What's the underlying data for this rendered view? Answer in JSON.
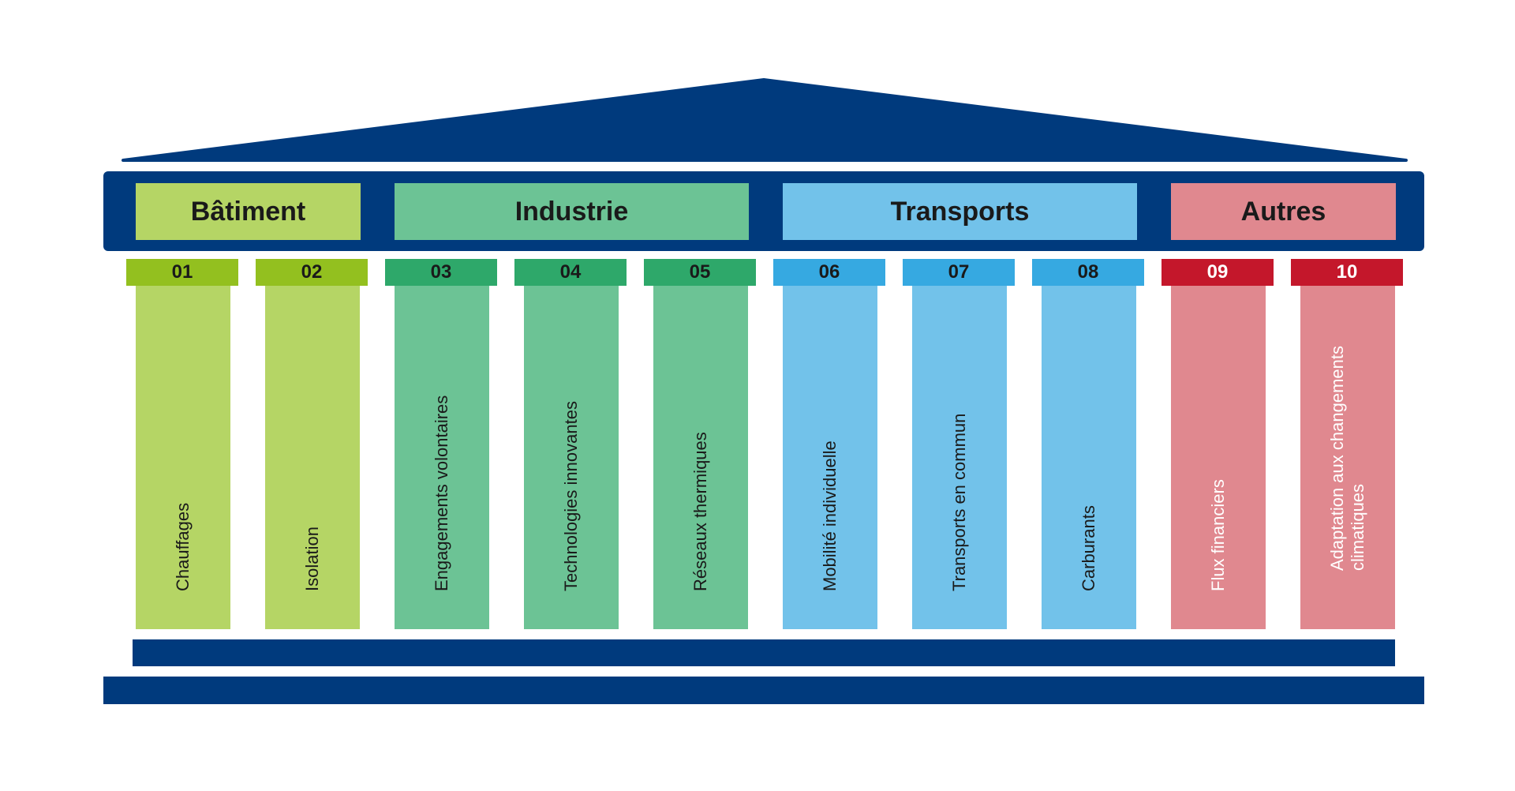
{
  "colors": {
    "structure": "#003a7d",
    "batiment_header": "#b5d565",
    "batiment_number": "#93c01f",
    "industrie_header": "#6cc395",
    "industrie_number": "#2ea86a",
    "transports_header": "#72c2ea",
    "transports_number": "#36a9e1",
    "autres_header": "#e0888f",
    "autres_number": "#c4172b"
  },
  "categories": [
    {
      "label": "Bâtiment"
    },
    {
      "label": "Industrie"
    },
    {
      "label": "Transports"
    },
    {
      "label": "Autres"
    }
  ],
  "pillars": [
    {
      "number": "01",
      "label": "Chauffages",
      "category": "Bâtiment"
    },
    {
      "number": "02",
      "label": "Isolation",
      "category": "Bâtiment"
    },
    {
      "number": "03",
      "label": "Engagements volontaires",
      "category": "Industrie"
    },
    {
      "number": "04",
      "label": "Technologies innovantes",
      "category": "Industrie"
    },
    {
      "number": "05",
      "label": "Réseaux thermiques",
      "category": "Industrie"
    },
    {
      "number": "06",
      "label": "Mobilité individuelle",
      "category": "Transports"
    },
    {
      "number": "07",
      "label": "Transports en commun",
      "category": "Transports"
    },
    {
      "number": "08",
      "label": "Carburants",
      "category": "Transports"
    },
    {
      "number": "09",
      "label": "Flux financiers",
      "category": "Autres"
    },
    {
      "number": "10",
      "label": "Adaptation aux changements climatiques",
      "category": "Autres"
    }
  ]
}
